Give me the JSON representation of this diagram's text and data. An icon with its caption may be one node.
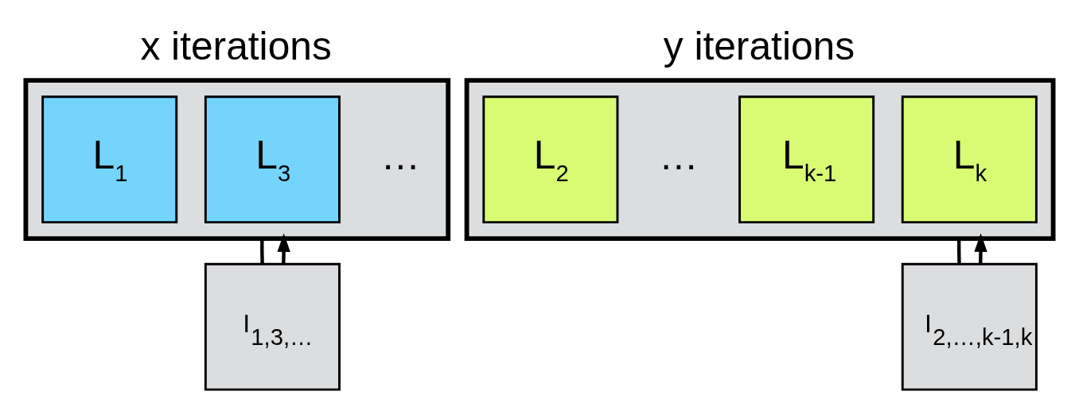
{
  "diagram": {
    "nodes": [
      {
        "text": [],
        "shape": "box"
      },
      {
        "text": [
          "L$_{1}$"
        ],
        "in": 0
      },
      {
        "text": [
          "L$_{3}$"
        ],
        "in": 0
      },
      {
        "text": [
          "I$_{1,3,…}$"
        ]
      },
      {
        "text": [],
        "shape": "box"
      },
      {
        "text": [
          "L$_{2}$"
        ],
        "in": 4
      },
      {
        "text": [
          "L$_{k-1}$"
        ],
        "in": 4
      },
      {
        "text": [
          "L$_{k}$"
        ],
        "in": 4
      },
      {
        "text": [
          "I$_{2,…,k-1,k}$"
        ]
      }
    ],
    "edges": [
      {
        "from": 0,
        "to": 3,
        "arrow": "none"
      },
      {
        "from": 3,
        "to": 0,
        "arrow": "to"
      },
      {
        "from": 4,
        "to": 8,
        "arrow": "none"
      },
      {
        "from": 8,
        "to": 4,
        "arrow": "to"
      }
    ],
    "labels": [
      "x iterations",
      "y iterations",
      "…",
      "…"
    ]
  }
}
